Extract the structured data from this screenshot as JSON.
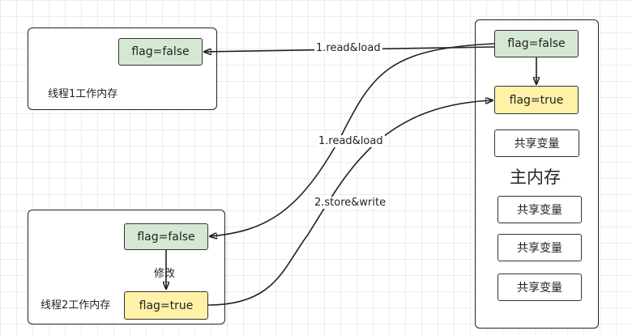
{
  "thread1": {
    "title": "线程1工作内存",
    "flag": "flag=false"
  },
  "thread2": {
    "title": "线程2工作内存",
    "flag_top": "flag=false",
    "modify_label": "修改",
    "flag_bottom": "flag=true"
  },
  "main_memory": {
    "title": "主内存",
    "flag_false": "flag=false",
    "flag_true": "flag=true",
    "shared_vars": [
      "共享变量",
      "共享变量",
      "共享变量",
      "共享变量"
    ]
  },
  "edges": {
    "read_load_1": "1.read&load",
    "read_load_2": "1.read&load",
    "store_write": "2.store&write"
  },
  "colors": {
    "green": "#d5e8d4",
    "yellow": "#fff2a8",
    "stroke": "#222222"
  }
}
